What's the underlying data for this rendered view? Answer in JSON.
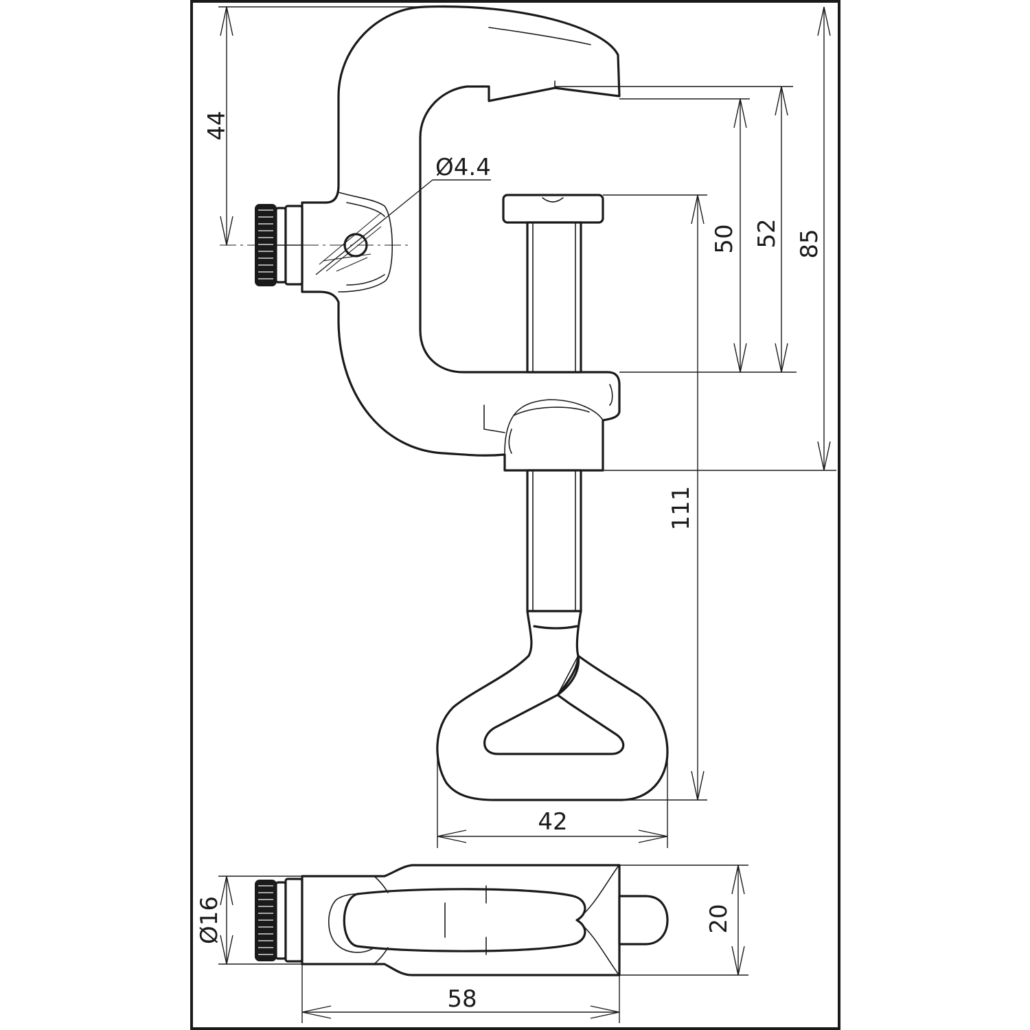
{
  "drawing": {
    "subject": "beam-clamp",
    "colors": {
      "line": "#1a1a1a",
      "paper": "#ffffff",
      "frame": "#1a1a1a"
    },
    "dimensions": {
      "dia_hole": "Ø4.4",
      "height_left": "44",
      "gap_50": "50",
      "gap_52": "52",
      "overall_85": "85",
      "length_111": "111",
      "handle_width": "42",
      "dia_screw": "Ø16",
      "side_width": "20",
      "side_length": "58"
    }
  }
}
